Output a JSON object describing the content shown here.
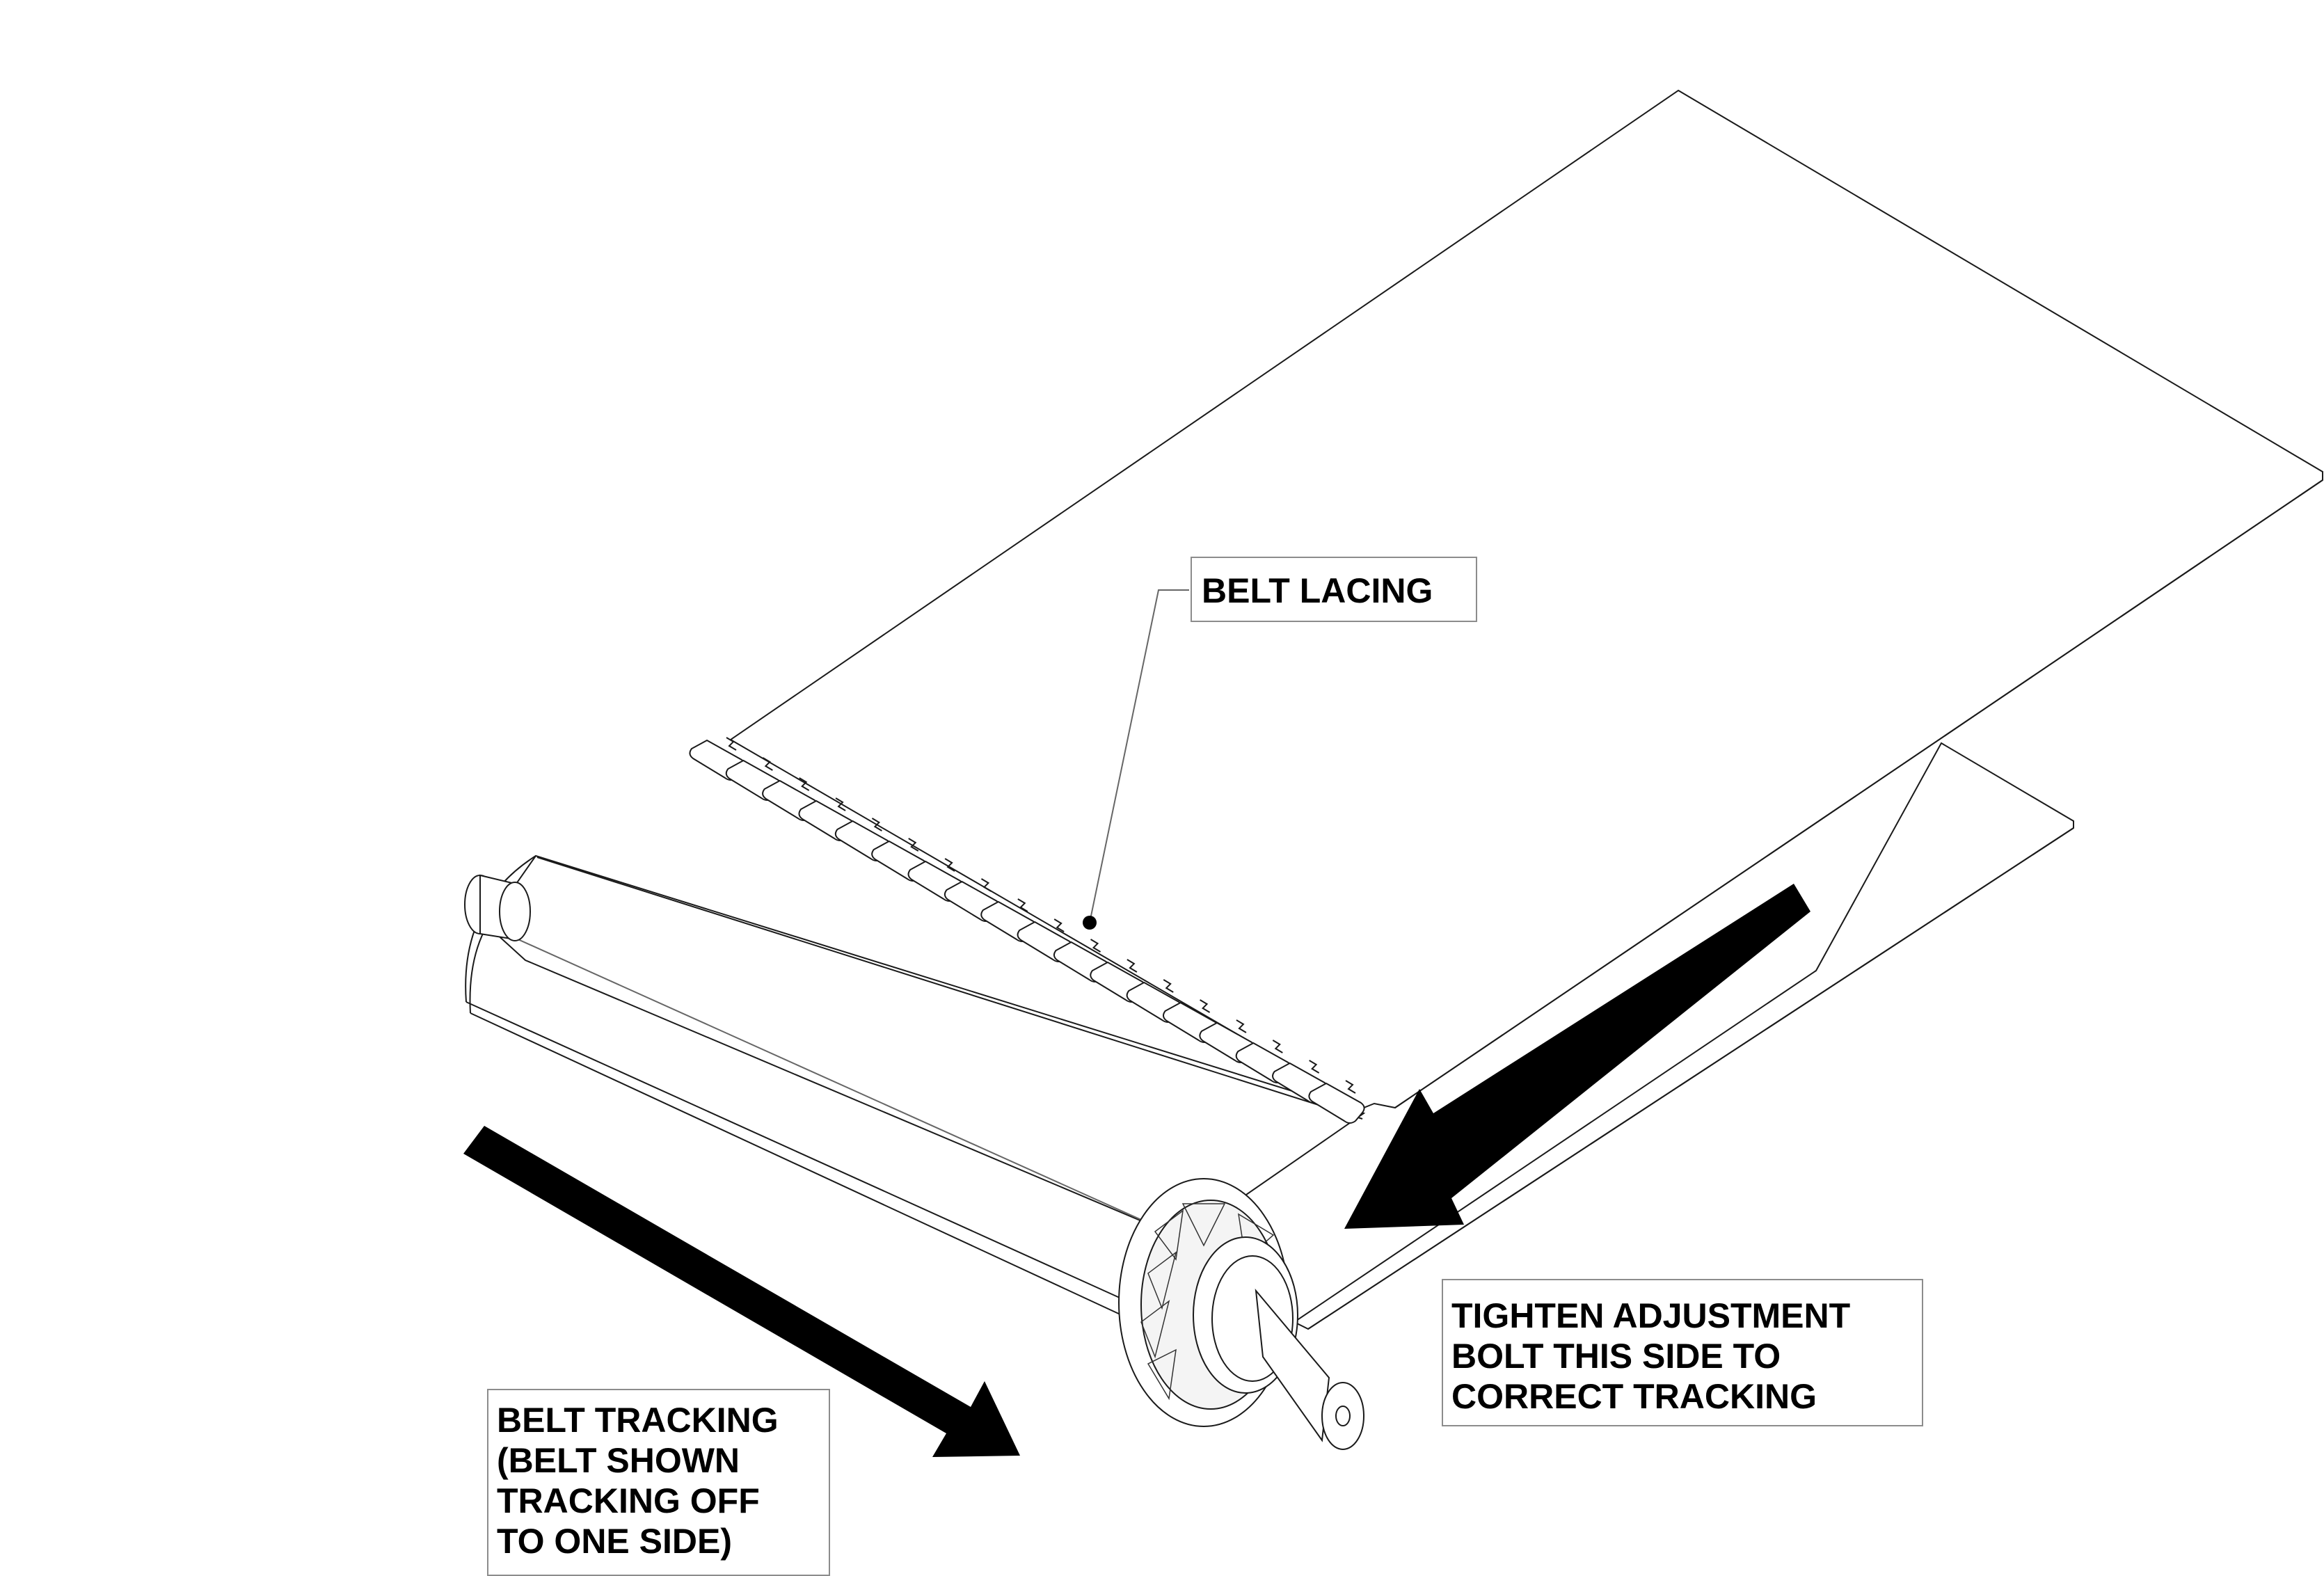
{
  "callouts": {
    "belt_lacing": {
      "lines": [
        "BELT LACING"
      ]
    },
    "tighten_adjustment": {
      "lines": [
        "TIGHTEN ADJUSTMENT",
        "BOLT THIS SIDE TO",
        "CORRECT TRACKING"
      ]
    },
    "belt_tracking": {
      "lines": [
        "BELT TRACKING",
        "(BELT SHOWN",
        "TRACKING OFF",
        "TO ONE SIDE)"
      ]
    }
  },
  "colors": {
    "line": "#1a1a1a",
    "arrow": "#000000",
    "callout_border": "#8c8c8c",
    "background": "#ffffff"
  },
  "lacing_clip_count": 18
}
